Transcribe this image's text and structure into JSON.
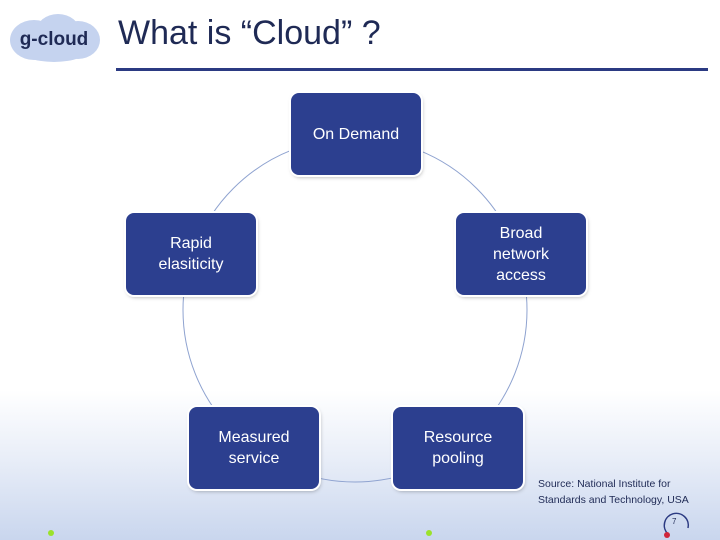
{
  "slide": {
    "title": "What is “Cloud” ?",
    "logo_text": "g-cloud",
    "source_note": "Source: National Institute for\nStandards and Technology, USA",
    "page_number": "7"
  },
  "diagram": {
    "type": "cycle",
    "nodes": [
      {
        "id": "on-demand",
        "label": "On Demand"
      },
      {
        "id": "broad-network-access",
        "label": "Broad\nnetwork\naccess"
      },
      {
        "id": "resource-pooling",
        "label": "Resource\npooling"
      },
      {
        "id": "measured-service",
        "label": "Measured\nservice"
      },
      {
        "id": "rapid-elasticity",
        "label": "Rapid\nelasiticity"
      }
    ]
  },
  "colors": {
    "node_fill": "#2c3f8f",
    "title_text": "#1f2a55",
    "accent_line": "#2b3a82",
    "connector": "#8fa3d0",
    "logo_cloud": "#c5d3ef",
    "logo_text": "#1f2a55",
    "dot_green": "#9be22a",
    "dot_red": "#d0263a"
  }
}
